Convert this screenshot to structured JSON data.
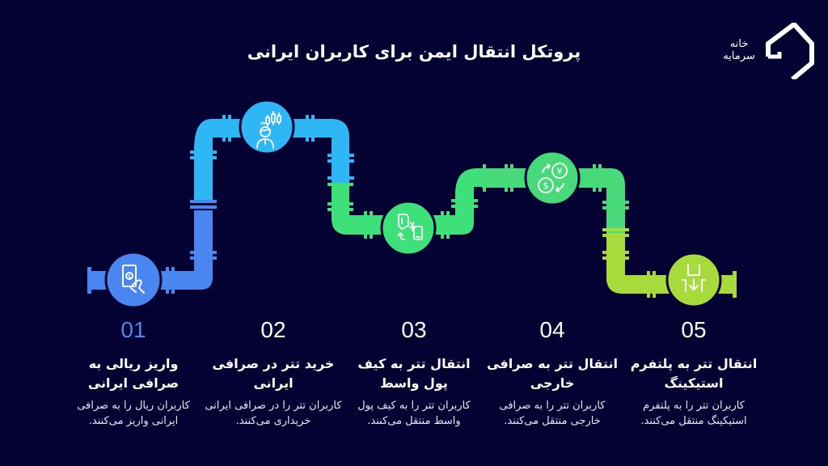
{
  "title": "پروتکل انتقال ایمن برای کاربران ایرانی",
  "logo": {
    "line1": "خانه",
    "line2": "سرمایه",
    "icon": "house-outline-icon"
  },
  "colors": {
    "background": "#030232",
    "pipe_1": "#4a86f0",
    "pipe_2": "#2fb6f5",
    "pipe_3": "#3ee07a",
    "pipe_4": "#47d97a",
    "pipe_5": "#a7db3c",
    "number_1": "#4a86f0",
    "number_default": "#ffffff"
  },
  "steps": [
    {
      "number": "01",
      "heading": "واریز ریالی به صرافی ایرانی",
      "description": "کاربران ریال را به صرافی ایرانی واریز می‌کنند.",
      "icon": "cash-in-hand-icon"
    },
    {
      "number": "02",
      "heading": "خرید تتر در صرافی ایرانی",
      "description": "کاربران تتر را در صرافی ایرانی خریداری می‌کنند.",
      "icon": "trader-candlestick-icon"
    },
    {
      "number": "03",
      "heading": "انتقال تتر به کیف پول واسط",
      "description": "کاربران تتر را به کیف پول واسط منتقل می‌کنند.",
      "icon": "wallet-transfer-icon"
    },
    {
      "number": "04",
      "heading": "انتقال تتر به صرافی خارجی",
      "description": "کاربران تتر را به صرافی خارجی منتقل می‌کنند.",
      "icon": "currency-exchange-icon"
    },
    {
      "number": "05",
      "heading": "انتقال تتر به پلتفرم استیکینگ",
      "description": "کاربران تتر را به پلتفرم استیکینگ منتقل می‌کنند.",
      "icon": "staking-deposit-icon"
    }
  ]
}
